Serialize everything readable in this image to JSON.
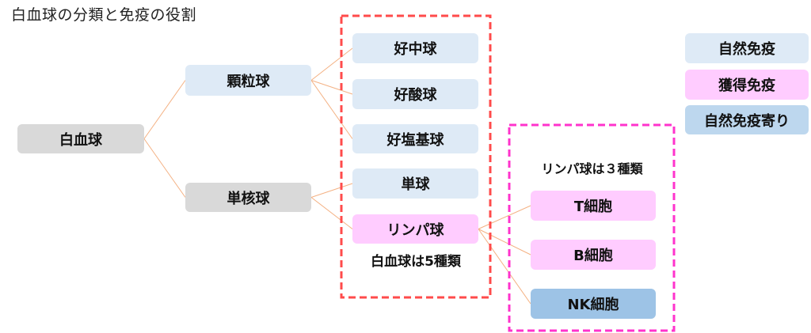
{
  "title": "白血球の分類と免疫の役割",
  "colors": {
    "connector": "#F4B183",
    "leukocyte_group_border": "#FF4B4B",
    "lymphocyte_group_border": "#FF33CC",
    "innate": "#DEEAF6",
    "adaptive": "#FFCCFF",
    "innate_leaning": "#9DC3E6",
    "neutral": "#D9D9D9"
  },
  "nodes": {
    "leukocyte": "白血球",
    "granulocyte": "顆粒球",
    "mononuclear": "単核球",
    "neutrophil": "好中球",
    "eosinophil": "好酸球",
    "basophil": "好塩基球",
    "monocyte": "単球",
    "lymphocyte": "リンパ球",
    "t_cell": "T細胞",
    "b_cell": "B細胞",
    "nk_cell": "NK細胞"
  },
  "groups": {
    "leukocyte_types_label": "白血球は5種類",
    "lymphocyte_types_label": "リンパ球は３種類"
  },
  "legend": [
    {
      "label": "自然免疫",
      "category": "innate"
    },
    {
      "label": "獲得免疫",
      "category": "adaptive"
    },
    {
      "label": "自然免疫寄り",
      "category": "innate_leaning"
    }
  ],
  "edges": [
    [
      "leukocyte",
      "granulocyte"
    ],
    [
      "leukocyte",
      "mononuclear"
    ],
    [
      "granulocyte",
      "neutrophil"
    ],
    [
      "granulocyte",
      "eosinophil"
    ],
    [
      "granulocyte",
      "basophil"
    ],
    [
      "mononuclear",
      "monocyte"
    ],
    [
      "mononuclear",
      "lymphocyte"
    ],
    [
      "lymphocyte",
      "t_cell"
    ],
    [
      "lymphocyte",
      "b_cell"
    ],
    [
      "lymphocyte",
      "nk_cell"
    ]
  ]
}
